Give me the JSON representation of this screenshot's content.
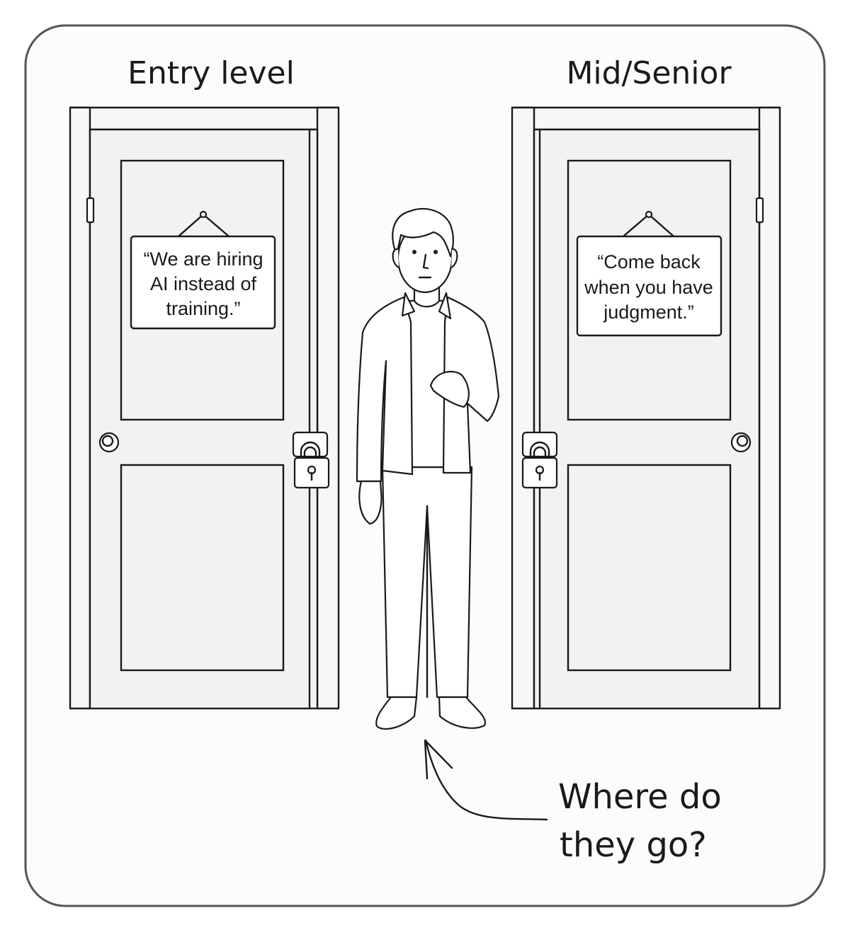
{
  "labels": {
    "left_door": "Entry level",
    "right_door": "Mid/Senior"
  },
  "signs": {
    "left": [
      "“We are hiring",
      "AI instead of",
      "training.”"
    ],
    "right": [
      "“Come back",
      "when you have",
      "judgment.”"
    ]
  },
  "caption": [
    "Where do",
    "they go?"
  ],
  "colors": {
    "ink": "#1a1a1a",
    "door": "#f2f2f4",
    "card": "#fcfcfc"
  }
}
